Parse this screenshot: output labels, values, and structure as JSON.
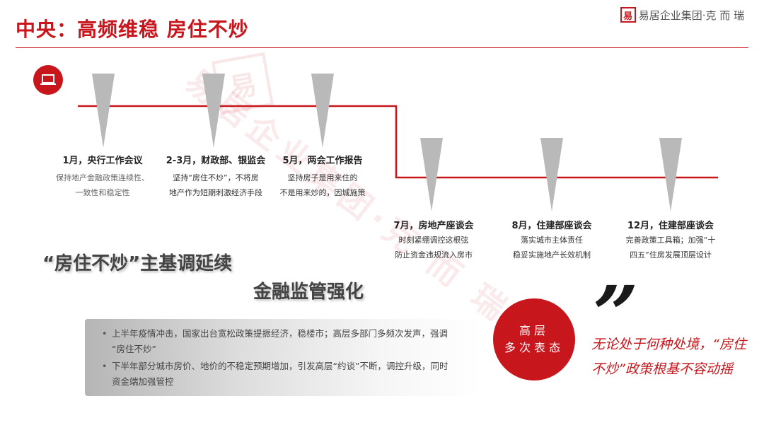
{
  "title": "中央：高频维稳 房住不炒",
  "brand": {
    "logo": "易",
    "text": "易居企业集团·克 而 瑞"
  },
  "watermark": {
    "seal": "易",
    "text": "易居企业集团·克 而 瑞"
  },
  "icons": {
    "laptop": "laptop-icon"
  },
  "colors": {
    "accent": "#c8161d",
    "marker": "#b9b9b9"
  },
  "events": [
    {
      "title": "1月，央行工作会议",
      "desc": [
        "保持地产金融政策连续性、",
        "一致性和稳定性"
      ]
    },
    {
      "title": "2-3月，财政部、银监会",
      "desc": [
        "坚持“房住不炒”，不将房",
        "地产作为短期刺激经济手段"
      ]
    },
    {
      "title": "5月，两会工作报告",
      "desc": [
        "坚持房子是用来住的",
        "不是用来炒的，因城施策"
      ]
    },
    {
      "title": "7月，房地产座谈会",
      "desc": [
        "时刻紧绷调控这根弦",
        "防止资金违规流入房市"
      ]
    },
    {
      "title": "8月，住建部座谈会",
      "desc": [
        "落实城市主体责任",
        "稳妥实施地产长效机制"
      ]
    },
    {
      "title": "12月，住建部座谈会",
      "desc": [
        "完善政策工具箱；加强“十",
        "四五”住房发展顶层设计"
      ]
    }
  ],
  "headline1": "“房住不炒”主基调延续",
  "headline2": "金融监管强化",
  "bullets": [
    [
      "上半年疫情冲击，国家出台宽松政策提振经济，稳楼市；高层多部门多频次发声，强调",
      "“房住不炒”"
    ],
    [
      "下半年部分城市房价、地价的不稳定预期增加，引发高层“约谈”不断，调控升级，同时",
      "资金端加强管控"
    ]
  ],
  "circle": {
    "line1": "高层",
    "line2": "多次表态"
  },
  "quote_mark": "”",
  "quote": "无论处于何种处境，“房住不炒”政策根基不容动摇"
}
